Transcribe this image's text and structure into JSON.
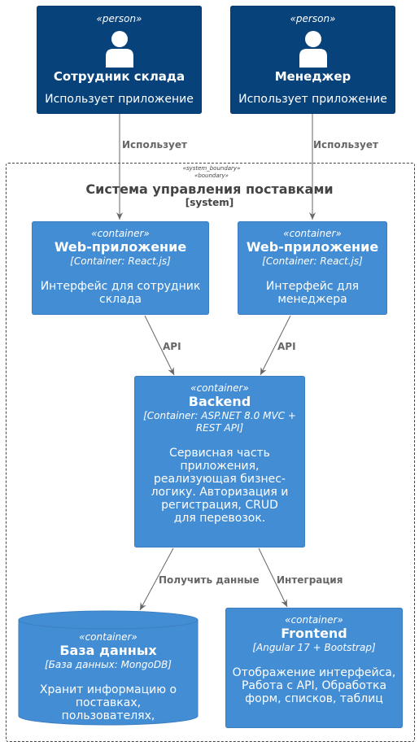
{
  "colors": {
    "person": "#08427B",
    "container": "#438DD5",
    "line": "#666666",
    "boundary_text": "#444444"
  },
  "persons": [
    {
      "stereotype": "«person»",
      "name": "Сотрудник склада",
      "description": "Использует приложение"
    },
    {
      "stereotype": "«person»",
      "name": "Менеджер",
      "description": "Использует приложение"
    }
  ],
  "boundary": {
    "stereotype_line1": "«system_boundary»",
    "stereotype_line2": "«boundary»",
    "title": "Система управления поставками",
    "type": "[system]"
  },
  "containers": {
    "web_worker": {
      "stereotype": "«container»",
      "name": "Web-приложение",
      "tech": "[Container: React.js]",
      "description": "Интерфейс для сотрудник склада"
    },
    "web_manager": {
      "stereotype": "«container»",
      "name": "Web-приложение",
      "tech": "[Container: React.js]",
      "description": "Интерфейс для менеджера"
    },
    "backend": {
      "stereotype": "«container»",
      "name": "Backend",
      "tech": "[Container: ASP.NET 8.0 MVC + REST API]",
      "description": "Сервисная часть приложения, реализующая бизнес-логику. Авторизация и регистрация, CRUD для перевозок."
    },
    "database": {
      "stereotype": "«container»",
      "name": "База данных",
      "tech": "[База данных: MongoDB]",
      "description": "Хранит информацию о поставках, пользователях, поставщиках"
    },
    "frontend": {
      "stereotype": "«container»",
      "name": "Frontend",
      "tech": "[Angular 17 + Bootstrap]",
      "description": "Отображение интерфейса, Работа с API, Обработка форм, списков, таблиц"
    }
  },
  "edges": {
    "uses_1": "Использует",
    "uses_2": "Использует",
    "api_1": "API",
    "api_2": "API",
    "get_data": "Получить данные",
    "integration": "Интеграция"
  }
}
